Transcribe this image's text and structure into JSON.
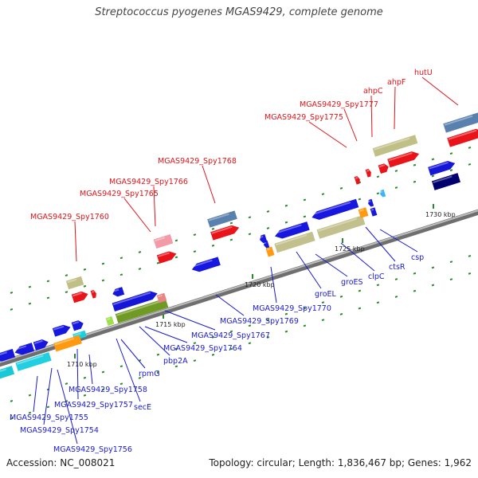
{
  "title": "Streptococcus pyogenes MGAS9429, complete genome",
  "footer": {
    "accession": "Accession: NC_008021",
    "info": "Topology: circular; Length: 1,836,467 bp; Genes: 1,962"
  },
  "colors": {
    "top_label": "#e0141a",
    "bottom_label": "#1a1ad0",
    "backbone": "#8a8a8a"
  },
  "kbp_labels": [
    "1710 kbp",
    "1715 kbp",
    "1720 kbp",
    "1725 kbp",
    "1730 kbp"
  ],
  "top_labels": [
    "MGAS9429_Spy1760",
    "MGAS9429_Spy1765",
    "MGAS9429_Spy1766",
    "MGAS9429_Spy1768",
    "MGAS9429_Spy1775",
    "MGAS9429_Spy1777",
    "ahpC",
    "ahpF",
    "hutU"
  ],
  "bottom_labels": [
    "MGAS9429_Spy1755",
    "MGAS9429_Spy1754",
    "MGAS9429_Spy1756",
    "MGAS9429_Spy1757",
    "MGAS9429_Spy1758",
    "secE",
    "rpmG",
    "pbp2A",
    "MGAS9429_Spy1764",
    "MGAS9429_Spy1767",
    "MGAS9429_Spy1769",
    "MGAS9429_Spy1770",
    "groEL",
    "groES",
    "clpC",
    "ctsR",
    "csp"
  ]
}
